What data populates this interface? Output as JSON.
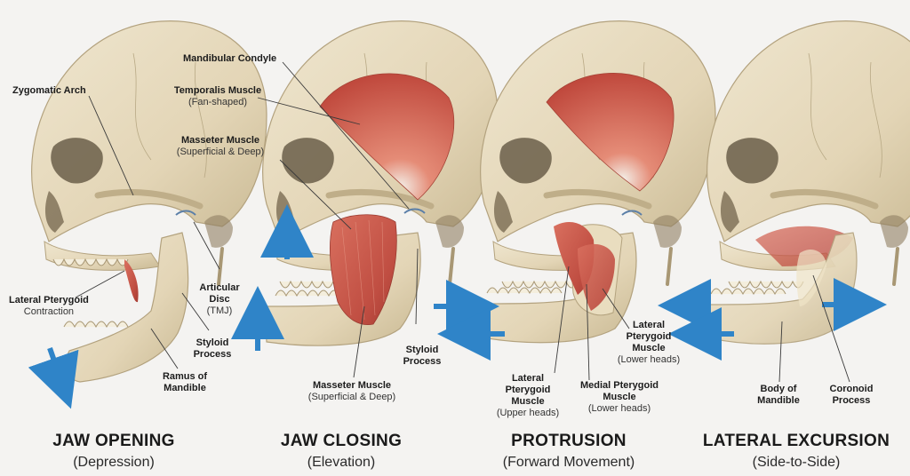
{
  "colors": {
    "bone": "#e8dcc0",
    "bone_shadow": "#cbbd9c",
    "muscle": "#c9574a",
    "muscle_light": "#e08a78",
    "arrow": "#2f84c8",
    "leader": "#3a3a3a",
    "background": "#f4f3f1"
  },
  "panels": [
    {
      "title": "JAW OPENING",
      "subtitle": "(Depression)",
      "labels": [
        {
          "id": "zygomatic-arch",
          "title": "Zygomatic Arch",
          "sub": ""
        },
        {
          "id": "lateral-pterygoid",
          "title": "Lateral Pterygoid",
          "sub": "Contraction"
        },
        {
          "id": "articular-disc",
          "title": "Articular Disc",
          "sub": "(TMJ)"
        },
        {
          "id": "styloid-process",
          "title": "Styloid Process",
          "sub": ""
        },
        {
          "id": "ramus-of-mandible",
          "title": "Ramus of Mandible",
          "sub": ""
        }
      ]
    },
    {
      "title": "JAW CLOSING",
      "subtitle": "(Elevation)",
      "labels": [
        {
          "id": "mandibular-condyle",
          "title": "Mandibular Condyle",
          "sub": ""
        },
        {
          "id": "temporalis-muscle",
          "title": "Temporalis Muscle",
          "sub": "(Fan-shaped)"
        },
        {
          "id": "masseter-muscle-top",
          "title": "Masseter Muscle",
          "sub": "(Superficial & Deep)"
        },
        {
          "id": "masseter-muscle-bottom",
          "title": "Masseter Muscle",
          "sub": "(Superficial & Deep)"
        },
        {
          "id": "styloid-process-2",
          "title": "Styloid Process",
          "sub": ""
        }
      ]
    },
    {
      "title": "PROTRUSION",
      "subtitle": "(Forward Movement)",
      "labels": [
        {
          "id": "lateral-pterygoid-upper",
          "title": "Lateral Pterygoid Muscle",
          "sub": "(Upper heads)"
        },
        {
          "id": "medial-pterygoid",
          "title": "Medial Pterygoid Muscle",
          "sub": "(Lower heads)"
        },
        {
          "id": "lateral-pterygoid-lower",
          "title": "Lateral Pterygoid Muscle",
          "sub": "(Lower heads)"
        }
      ]
    },
    {
      "title": "LATERAL EXCURSION",
      "subtitle": "(Side-to-Side)",
      "labels": [
        {
          "id": "body-of-mandible",
          "title": "Body of Mandible",
          "sub": ""
        },
        {
          "id": "coronoid-process",
          "title": "Coronoid Process",
          "sub": ""
        }
      ]
    }
  ]
}
